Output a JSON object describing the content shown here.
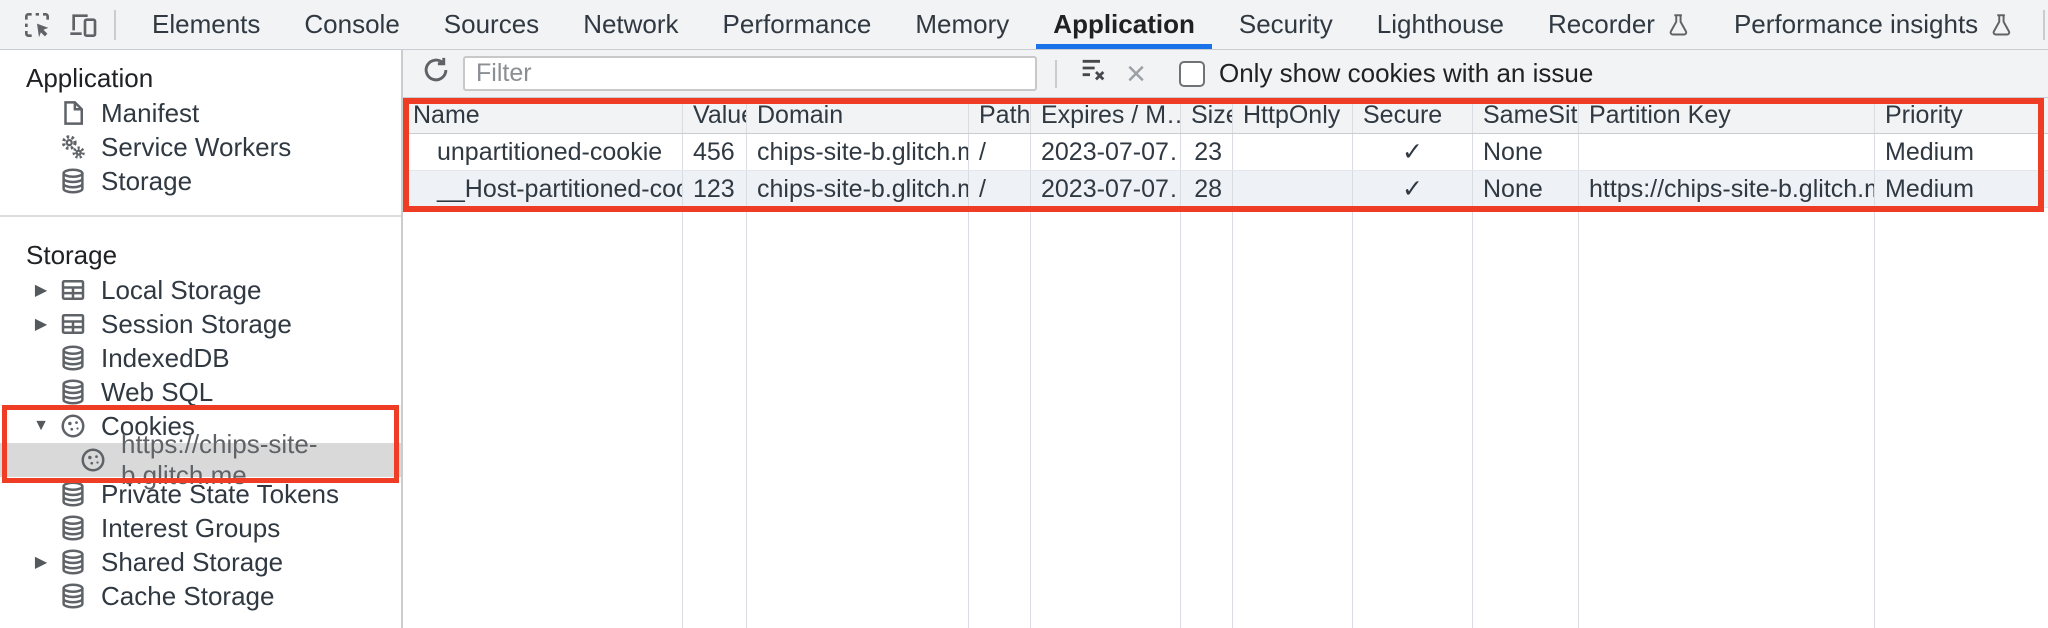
{
  "colors": {
    "annotation_red": "#ee3c25",
    "accent_blue": "#1a73e8",
    "icon_grey": "#5f6368",
    "selected_item_bg": "#d9d9d9",
    "alt_row_bg": "#eef1f6"
  },
  "top_toolbar": {
    "tabs": [
      {
        "label": "Elements"
      },
      {
        "label": "Console"
      },
      {
        "label": "Sources"
      },
      {
        "label": "Network"
      },
      {
        "label": "Performance"
      },
      {
        "label": "Memory"
      },
      {
        "label": "Application",
        "active": true
      },
      {
        "label": "Security"
      },
      {
        "label": "Lighthouse"
      },
      {
        "label": "Recorder",
        "flask": true
      },
      {
        "label": "Performance insights",
        "flask": true
      }
    ]
  },
  "sidebar": {
    "sections": [
      {
        "title": "Application",
        "items": [
          {
            "label": "Manifest",
            "icon": "document"
          },
          {
            "label": "Service Workers",
            "icon": "gears"
          },
          {
            "label": "Storage",
            "icon": "database"
          }
        ]
      },
      {
        "title": "Storage",
        "items": [
          {
            "label": "Local Storage",
            "icon": "table",
            "disclosure": "collapsed"
          },
          {
            "label": "Session Storage",
            "icon": "table",
            "disclosure": "collapsed"
          },
          {
            "label": "IndexedDB",
            "icon": "database"
          },
          {
            "label": "Web SQL",
            "icon": "database"
          },
          {
            "label": "Cookies",
            "icon": "cookie",
            "disclosure": "expanded"
          },
          {
            "label": "https://chips-site-b.glitch.me",
            "icon": "cookie",
            "child": true,
            "selected": true
          },
          {
            "label": "Private State Tokens",
            "icon": "database"
          },
          {
            "label": "Interest Groups",
            "icon": "database"
          },
          {
            "label": "Shared Storage",
            "icon": "database",
            "disclosure": "collapsed"
          },
          {
            "label": "Cache Storage",
            "icon": "database"
          }
        ]
      }
    ]
  },
  "main": {
    "toolbar": {
      "filter_placeholder": "Filter",
      "checkbox_label": "Only show cookies with an issue",
      "checkbox_checked": false
    },
    "cookie_table": {
      "columns": [
        {
          "label": "Name",
          "key": "name"
        },
        {
          "label": "Value",
          "key": "value"
        },
        {
          "label": "Domain",
          "key": "domain"
        },
        {
          "label": "Path",
          "key": "path"
        },
        {
          "label": "Expires / M…",
          "key": "expires"
        },
        {
          "label": "Size",
          "key": "size",
          "align": "right"
        },
        {
          "label": "HttpOnly",
          "key": "http_only"
        },
        {
          "label": "Secure",
          "key": "secure",
          "align": "center"
        },
        {
          "label": "SameSite",
          "key": "same_site"
        },
        {
          "label": "Partition Key",
          "key": "partition_key"
        },
        {
          "label": "Priority",
          "key": "priority"
        }
      ],
      "rows": [
        {
          "name": "unpartitioned-cookie",
          "value": "456",
          "domain": "chips-site-b.glitch.me",
          "path": "/",
          "expires": "2023-07-07…",
          "size": "23",
          "http_only": "",
          "secure": "✓",
          "same_site": "None",
          "partition_key": "",
          "priority": "Medium"
        },
        {
          "name": "__Host-partitioned-cookie",
          "value": "123",
          "domain": "chips-site-b.glitch.me",
          "path": "/",
          "expires": "2023-07-07…",
          "size": "28",
          "http_only": "",
          "secure": "✓",
          "same_site": "None",
          "partition_key": "https://chips-site-b.glitch.me",
          "priority": "Medium"
        }
      ]
    }
  }
}
